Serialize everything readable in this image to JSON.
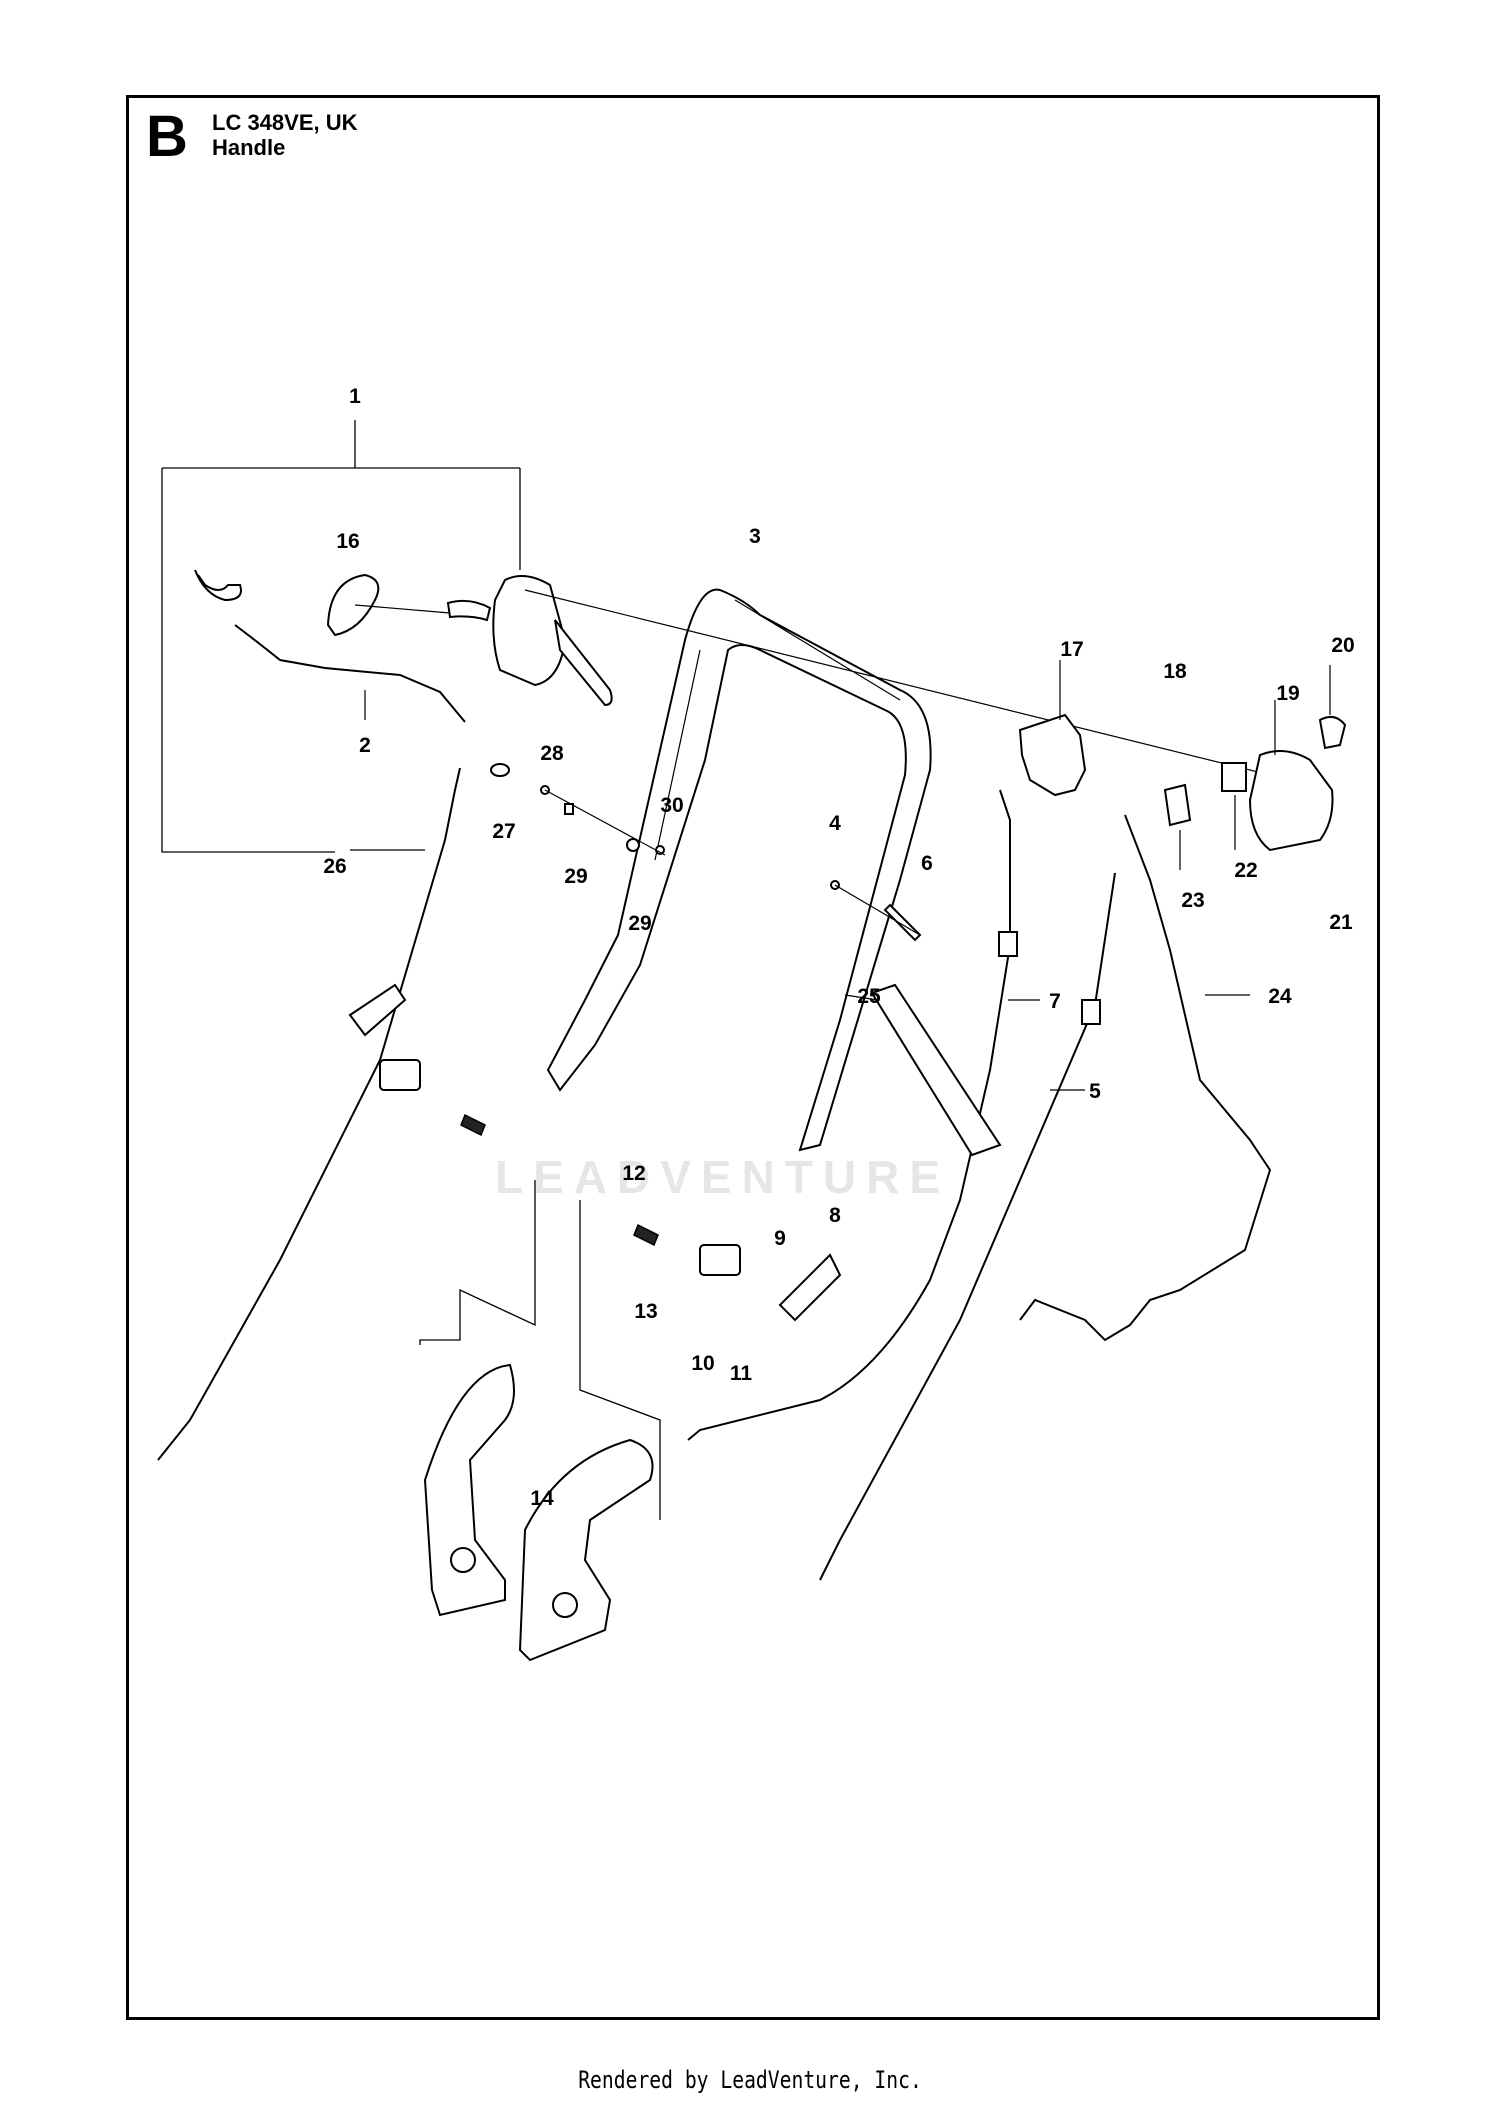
{
  "header": {
    "section_letter": "B",
    "model": "LC 348VE, UK",
    "subtitle": "Handle"
  },
  "watermark": "LEADVENTURE",
  "footer": "Rendered by LeadVenture, Inc.",
  "callouts": [
    "1",
    "2",
    "3",
    "4",
    "5",
    "6",
    "7",
    "8",
    "9",
    "10",
    "11",
    "12",
    "13",
    "14",
    "16",
    "17",
    "18",
    "19",
    "20",
    "21",
    "22",
    "23",
    "24",
    "25",
    "26",
    "27",
    "28",
    "29",
    "29",
    "30"
  ]
}
